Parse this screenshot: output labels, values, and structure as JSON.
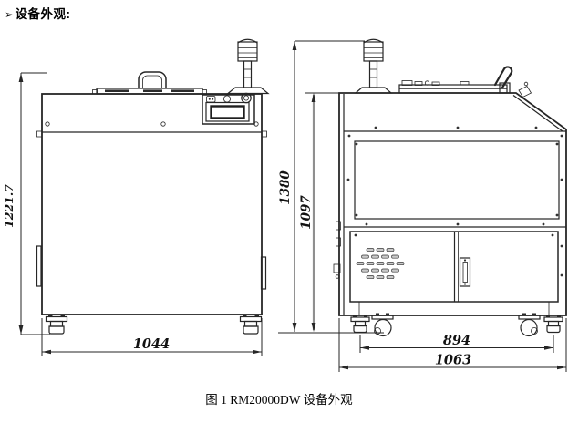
{
  "header": {
    "bullet": "➢",
    "title": "设备外观:"
  },
  "caption": {
    "text": "图 1 RM20000DW 设备外观"
  },
  "dims": {
    "front_height": "1221.7",
    "front_width": "1044",
    "side_height_total": "1380",
    "side_height_body": "1097",
    "side_width_inner": "894",
    "side_width_total": "1063"
  },
  "colors": {
    "line": "#262626",
    "dim_line_alt": "#8f8f8f",
    "background": "#ffffff",
    "text": "#000000"
  }
}
